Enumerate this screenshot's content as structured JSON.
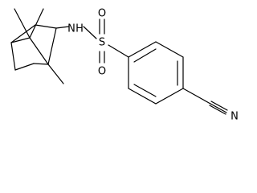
{
  "molecule": {
    "atoms": {
      "nh": "N",
      "nh_h": "H",
      "sulfur": "S",
      "oxygen_top": "O",
      "oxygen_bottom": "O",
      "nitrogen_nitrile": "N"
    },
    "colors": {
      "line": "#000000",
      "background": "#ffffff"
    }
  }
}
